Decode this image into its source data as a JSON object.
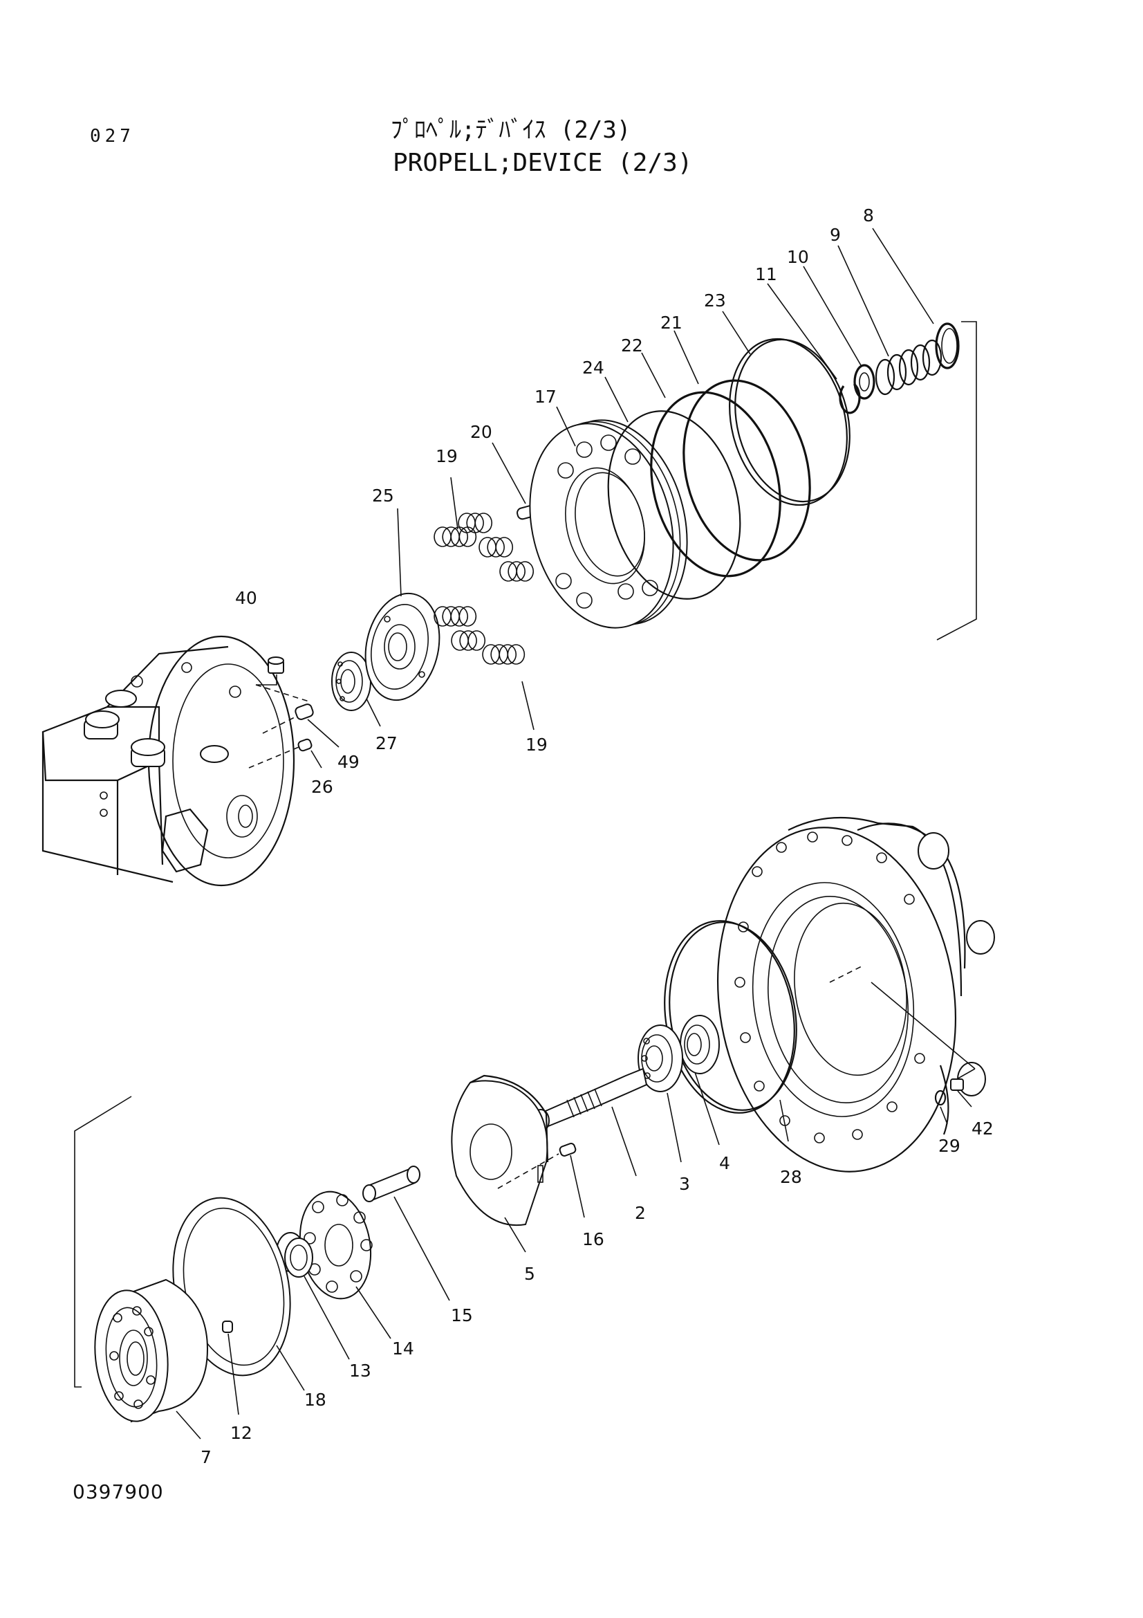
{
  "header": {
    "page_number": "027",
    "title_jp": "ﾌﾟﾛﾍﾟﾙ;ﾃﾞﾊﾞｲｽ (2/3)",
    "title_en": "PROPELL;DEVICE (2/3)"
  },
  "footer": {
    "drawing_id": "0397900"
  },
  "callouts": {
    "p2": "2",
    "p3": "3",
    "p4": "4",
    "p5": "5",
    "p7": "7",
    "p8": "8",
    "p9": "9",
    "p10": "10",
    "p11": "11",
    "p12": "12",
    "p13": "13",
    "p14": "14",
    "p15": "15",
    "p16": "16",
    "p17": "17",
    "p18": "18",
    "p19a": "19",
    "p19b": "19",
    "p20": "20",
    "p21": "21",
    "p22": "22",
    "p23": "23",
    "p24": "24",
    "p25": "25",
    "p26": "26",
    "p27": "27",
    "p28": "28",
    "p29": "29",
    "p40": "40",
    "p42": "42",
    "p49": "49"
  }
}
